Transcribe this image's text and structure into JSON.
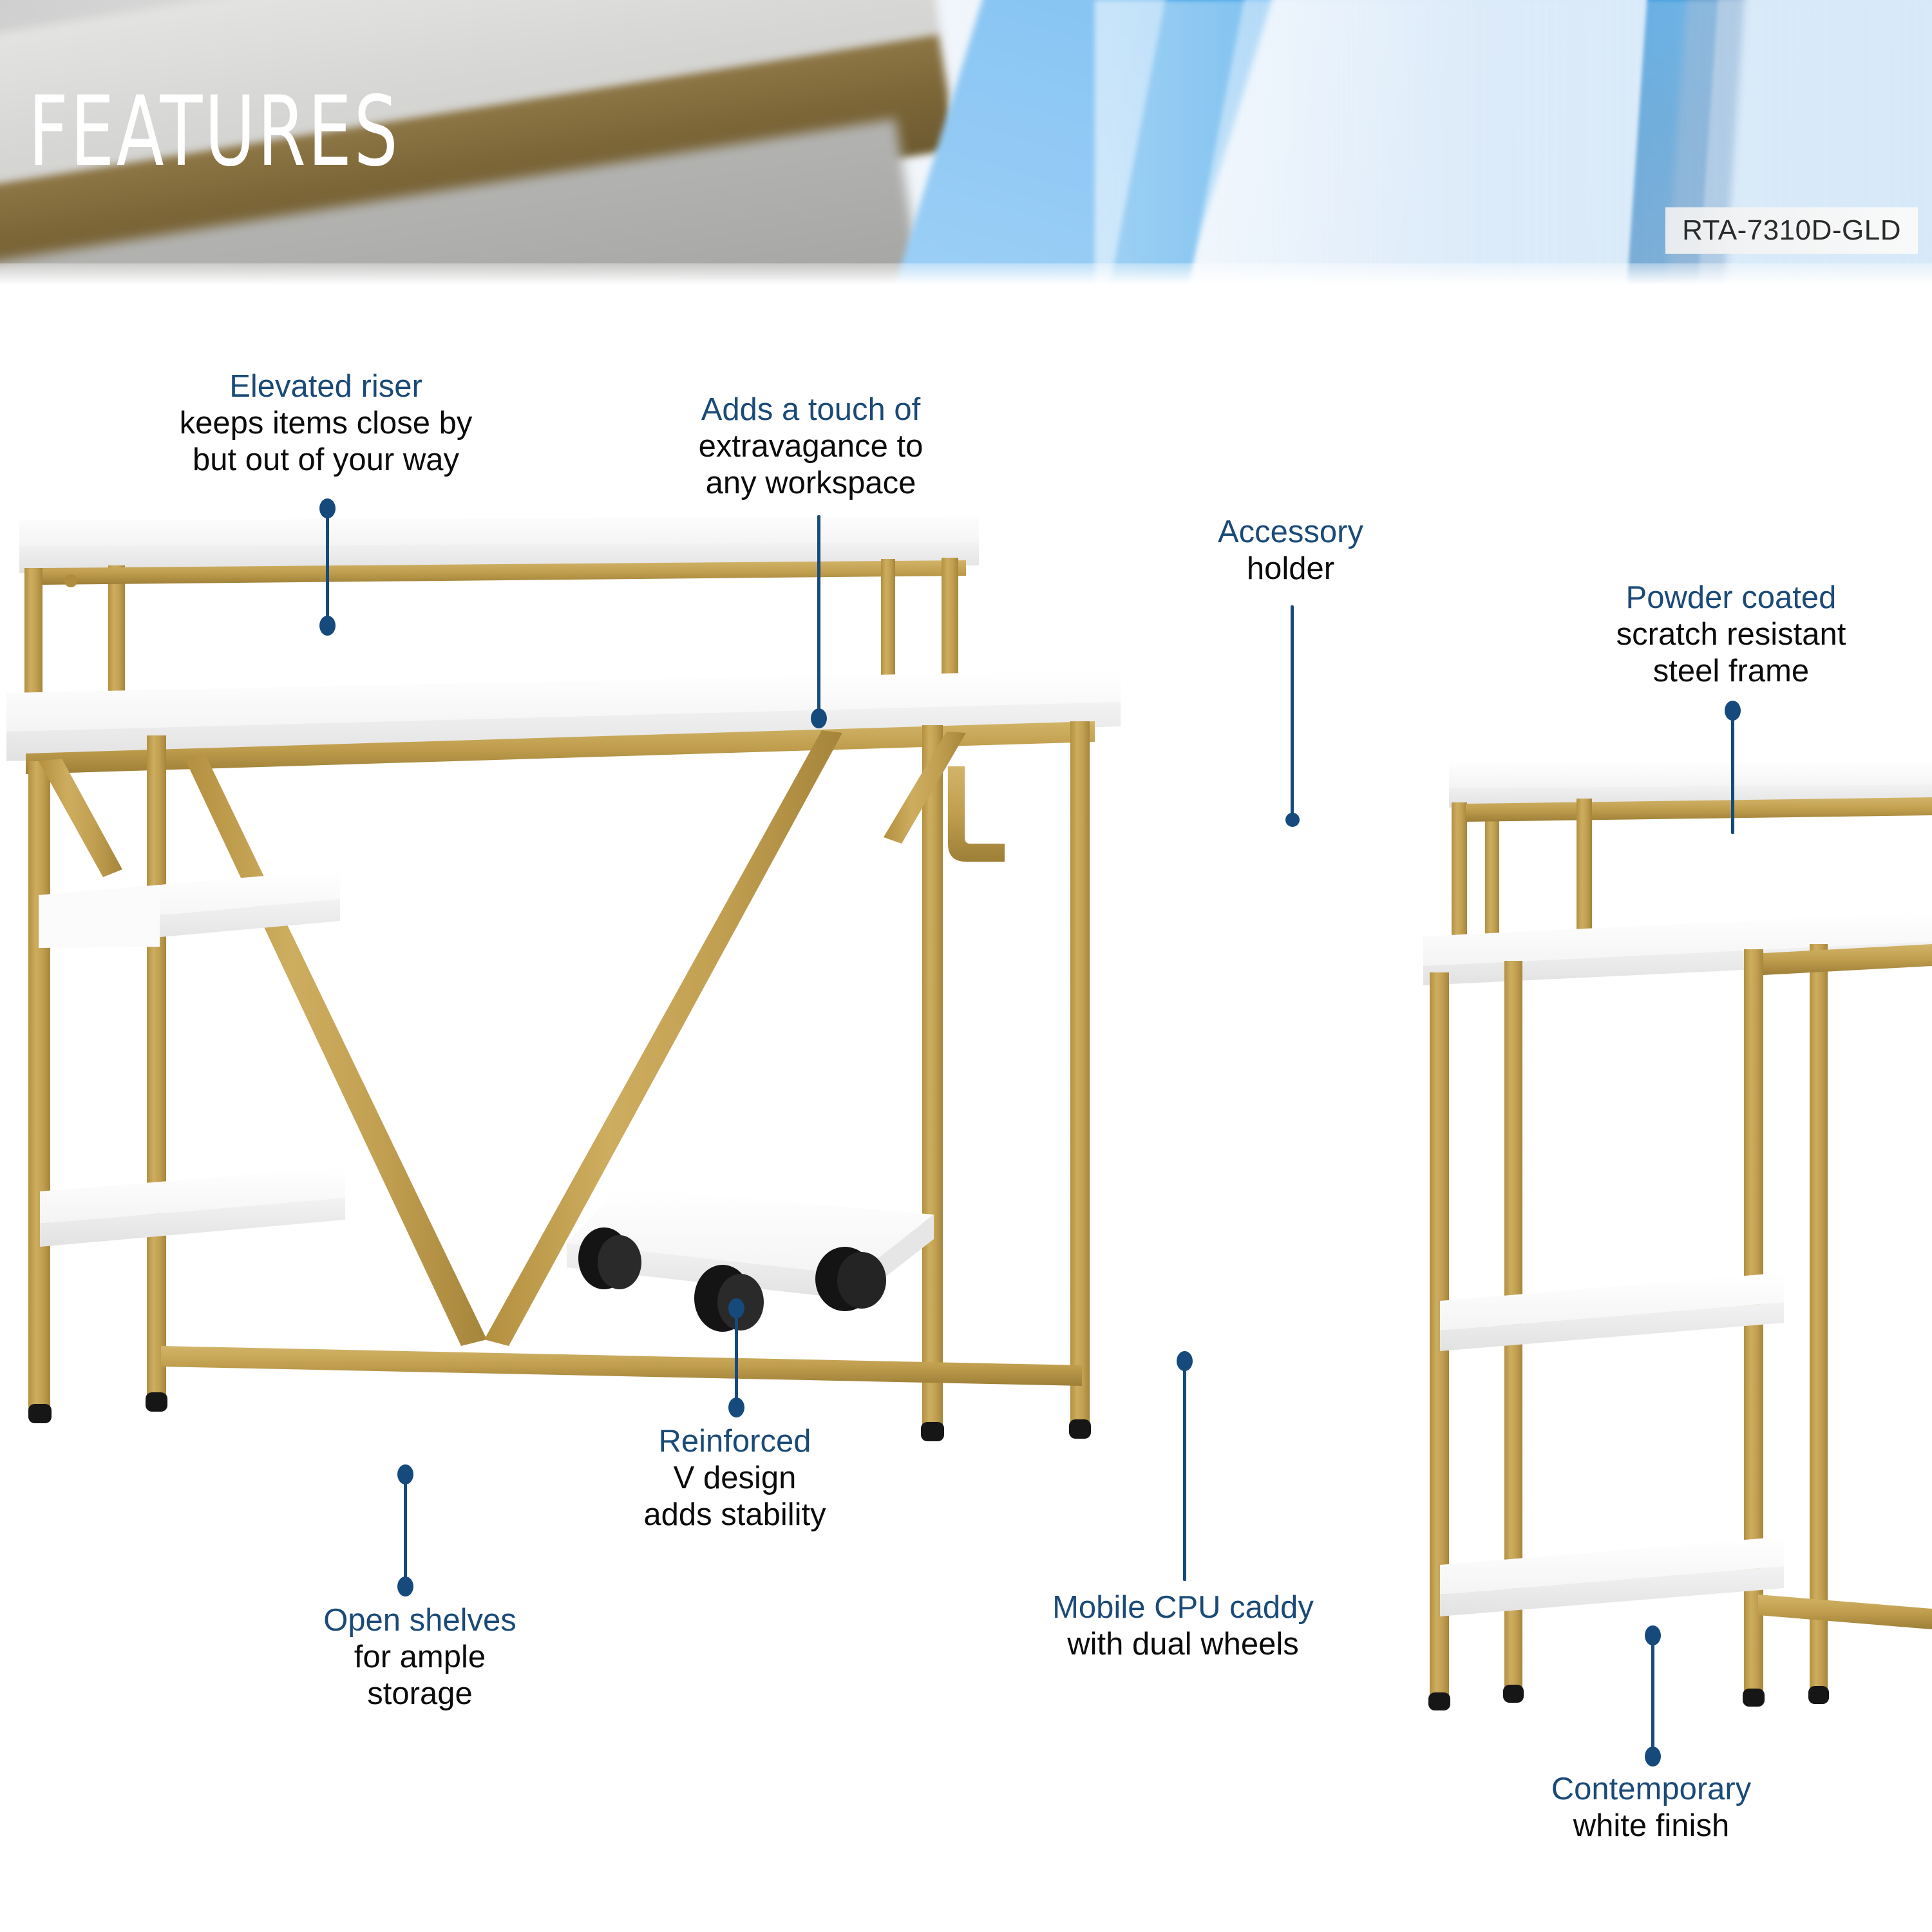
{
  "header": {
    "title": "FEATURES",
    "sku": "RTA-7310D-GLD",
    "banner_kind": "blurred-product-photo"
  },
  "colors": {
    "accent_blue": "#164a7c",
    "heading_blue": "#1b4a77",
    "body_black": "#0b0b0b",
    "frame_gold": "#c2a04f",
    "panel_white": "#ffffff",
    "caster_black": "#1a1a1a"
  },
  "callouts": [
    {
      "id": "elevated-riser",
      "lines": [
        "Elevated riser",
        "keeps items close by",
        "but out of your way"
      ],
      "highlight_first_line": true,
      "points_to": "upper riser shelf"
    },
    {
      "id": "extravagance",
      "lines": [
        "Adds a touch of",
        "extravagance to",
        "any workspace"
      ],
      "highlight_first_line": true,
      "points_to": "main desktop surface"
    },
    {
      "id": "accessory-holder",
      "lines": [
        "Accessory",
        "holder"
      ],
      "highlight_first_line": true,
      "points_to": "side hook on frame"
    },
    {
      "id": "powder-coated",
      "lines": [
        "Powder coated",
        "scratch resistant",
        "steel frame"
      ],
      "highlight_first_line": true,
      "points_to": "gold steel frame rail"
    },
    {
      "id": "open-shelves",
      "lines": [
        "Open shelves",
        "for ample",
        "storage"
      ],
      "highlight_first_line": true,
      "points_to": "lower left open shelf"
    },
    {
      "id": "reinforced-v",
      "lines": [
        "Reinforced",
        "V design",
        "adds stability"
      ],
      "highlight_first_line": true,
      "points_to": "V shaped brace apex"
    },
    {
      "id": "mobile-cpu-caddy",
      "lines": [
        "Mobile CPU caddy",
        "with dual wheels"
      ],
      "highlight_first_line": true,
      "points_to": "rolling CPU platform"
    },
    {
      "id": "contemporary-white",
      "lines": [
        "Contemporary",
        "white finish"
      ],
      "highlight_first_line": true,
      "points_to": "bottom shelf of side view"
    }
  ],
  "products": {
    "main": {
      "name": "computer desk with riser, shelves and CPU caddy",
      "parts": [
        "riser shelf",
        "desktop",
        "V brace",
        "upper open shelf",
        "lower open shelf",
        "accessory hook",
        "mobile CPU caddy",
        "dual wheels"
      ]
    },
    "side": {
      "name": "angled side view of same desk",
      "parts": [
        "riser shelf",
        "desktop",
        "middle shelf",
        "bottom shelf",
        "gold legs"
      ]
    }
  }
}
